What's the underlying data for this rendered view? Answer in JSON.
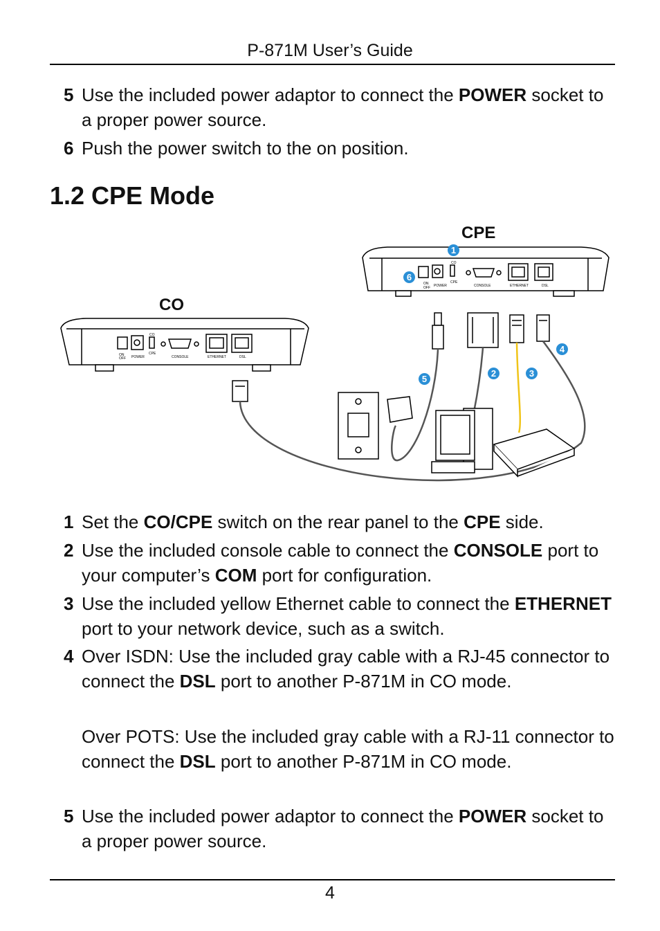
{
  "header": {
    "title": "P-871M User’s Guide"
  },
  "intro_steps": [
    {
      "num": "5",
      "t1": "Use the included power adaptor to connect the ",
      "b1": "POWER",
      "t2": " socket to a proper power source."
    },
    {
      "num": "6",
      "t1": "Push the power switch to the on position."
    }
  ],
  "section": {
    "title": "1.2 CPE Mode"
  },
  "diagram": {
    "cpe_label": "CPE",
    "co_label": "CO",
    "badges": [
      "1",
      "2",
      "3",
      "4",
      "5",
      "6"
    ],
    "device_text": {
      "on": "ON",
      "off": "OFF",
      "power": "POWER",
      "co": "CO",
      "cpe": "CPE",
      "console": "CONSOLE",
      "ethernet": "ETHERNET",
      "dsl": "DSL"
    },
    "colors": {
      "badge": "#2a8fd6",
      "ethernet_cable": "#f0c419",
      "gray_cable": "#555555"
    }
  },
  "steps": [
    {
      "num": "1",
      "t1": "Set the ",
      "b1": "CO/CPE",
      "t2": " switch on the rear panel to the ",
      "b2": "CPE",
      "t3": " side."
    },
    {
      "num": "2",
      "t1": "Use the included console cable to connect the ",
      "b1": "CONSOLE",
      "t2": " port to your computer’s ",
      "b2": "COM",
      "t3": " port for configuration."
    },
    {
      "num": "3",
      "t1": "Use the included yellow Ethernet cable to connect the ",
      "b1": "ETHERNET",
      "t2": " port to your network device, such as a switch."
    },
    {
      "num": "4",
      "t1": "Over ISDN: Use the included gray cable with a RJ-45 connector to connect the ",
      "b1": "DSL",
      "t2": " port to another P-871M in CO mode."
    },
    {
      "num": "5",
      "t1": "Use the included power adaptor to connect the ",
      "b1": "POWER",
      "t2": " socket to a proper power source."
    }
  ],
  "step4_extra": {
    "t1": "Over POTS: Use the included gray cable with a RJ-11 connector to connect the ",
    "b1": "DSL",
    "t2": " port to another P-871M in CO mode."
  },
  "footer": {
    "page": "4"
  }
}
